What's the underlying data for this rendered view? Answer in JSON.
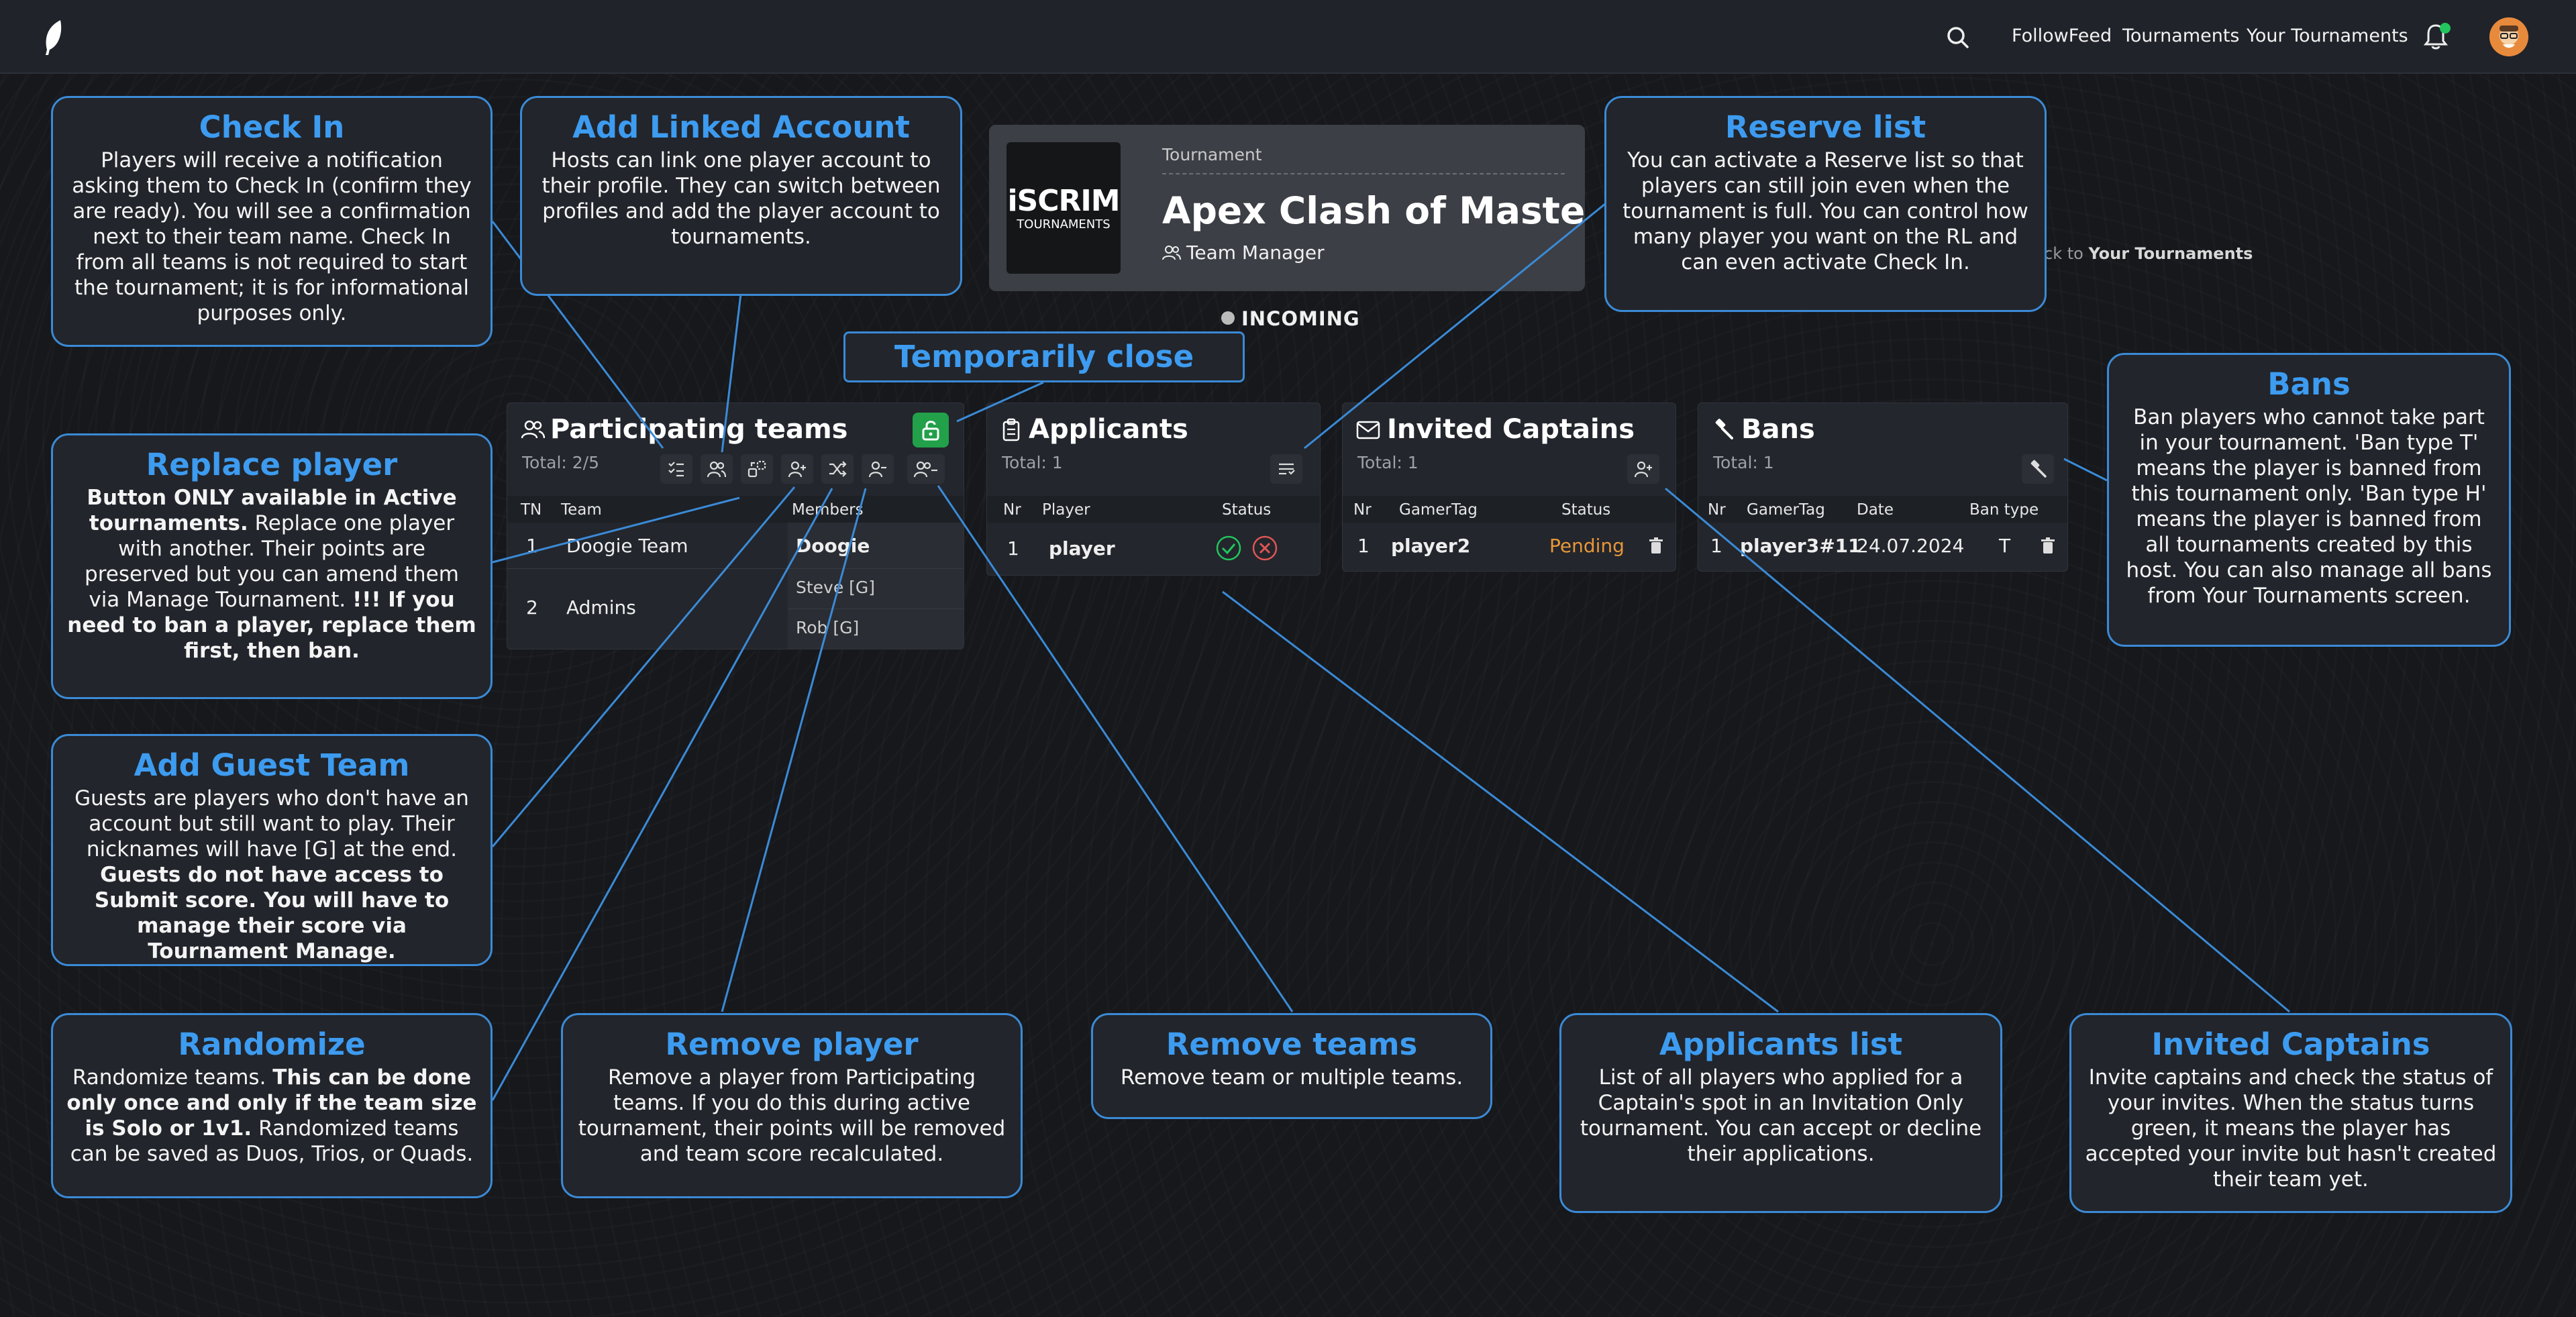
{
  "nav": {
    "links": [
      "FollowFeed",
      "Tournaments",
      "Your Tournaments"
    ],
    "icons": [
      "feather-logo-icon",
      "search-icon",
      "bell-icon",
      "avatar"
    ]
  },
  "tournament": {
    "logo_line1": "iSCRIM",
    "logo_line2": "TOURNAMENTS",
    "category": "Tournament",
    "title": "Apex Clash of Masters",
    "role": "Team Manager",
    "status": "INCOMING",
    "back_prefix": "ck to",
    "back_link": "Your Tournaments"
  },
  "participating": {
    "title": "Participating teams",
    "total": "Total: 2/5",
    "headers": [
      "TN",
      "Team",
      "Members"
    ],
    "rows": [
      {
        "tn": "1",
        "team": "Doogie Team",
        "members": [
          "Doogie"
        ]
      },
      {
        "tn": "2",
        "team": "Admins",
        "members": [
          "Steve [G]",
          "Rob [G]"
        ]
      }
    ]
  },
  "applicants": {
    "title": "Applicants",
    "total": "Total: 1",
    "headers": [
      "Nr",
      "Player",
      "Status"
    ],
    "rows": [
      {
        "nr": "1",
        "player": "player"
      }
    ]
  },
  "invited": {
    "title": "Invited Captains",
    "total": "Total: 1",
    "headers": [
      "Nr",
      "GamerTag",
      "Status"
    ],
    "rows": [
      {
        "nr": "1",
        "gamertag": "player2",
        "status": "Pending"
      }
    ]
  },
  "bans": {
    "title": "Bans",
    "total": "Total: 1",
    "headers": [
      "Nr",
      "GamerTag",
      "Date",
      "Ban type"
    ],
    "rows": [
      {
        "nr": "1",
        "gamertag": "player3#11",
        "date": "24.07.2024",
        "type": "T"
      }
    ]
  },
  "callouts": {
    "check_in": {
      "title": "Check In",
      "body": "Players will receive a notification asking them to Check In (confirm they are ready). You will see a confirmation next to their team name. Check In from all teams is not required to start the tournament; it is for informational purposes only."
    },
    "linked": {
      "title": "Add Linked Account",
      "body": "Hosts can link one player account to their profile. They can switch between profiles and add the player account to tournaments."
    },
    "reserve": {
      "title": "Reserve list",
      "body": "You can activate a Reserve list so that players can still join even when the tournament is full. You can control how many player you want on the RL and can even activate Check In."
    },
    "temp_close": {
      "title": "Temporarily close"
    },
    "bans": {
      "title": "Bans",
      "body": "Ban players who cannot take part in your tournament. 'Ban type T' means the player is banned from this tournament only. 'Ban type H' means the player is banned from all tournaments created by this host. You can also manage all bans from Your Tournaments screen."
    },
    "replace": {
      "title": "Replace player",
      "bold1": "Button ONLY available in Active tournaments.",
      "body": " Replace one player with another. Their points are preserved but you can amend them via Manage Tournament. ",
      "bold2": "!!! If you need to ban a player, replace them first, then ban."
    },
    "guest": {
      "title": "Add Guest Team",
      "body": "Guests are players who don't have an account but still want to play. Their nicknames will have [G] at the end. ",
      "bold": "Guests do not have access to Submit score. You will have to manage their score via Tournament Manage."
    },
    "randomize": {
      "title": "Randomize",
      "body1": "Randomize teams. ",
      "bold": "This can be done only once and only if the team size is Solo or 1v1.",
      "body2": " Randomized teams can be saved as Duos, Trios, or Quads."
    },
    "remove_player": {
      "title": "Remove player",
      "body": "Remove a player from Participating teams. If you do this during active tournament, their points will be removed and team score recalculated."
    },
    "remove_teams": {
      "title": "Remove teams",
      "body": "Remove team or multiple teams."
    },
    "applicants_list": {
      "title": "Applicants list",
      "body": "List of all players who applied for a Captain's spot in an Invitation Only tournament. You can accept or decline their applications."
    },
    "invited_captains": {
      "title": "Invited Captains",
      "body": "Invite captains and check the status of your invites. When the status turns green, it means the player has accepted your invite but hasn't created their team yet."
    }
  },
  "colors": {
    "accent": "#3d9bf0",
    "pending": "#e8963a",
    "success": "#22c55e",
    "danger": "#e05555",
    "unlock": "#22a04a"
  }
}
